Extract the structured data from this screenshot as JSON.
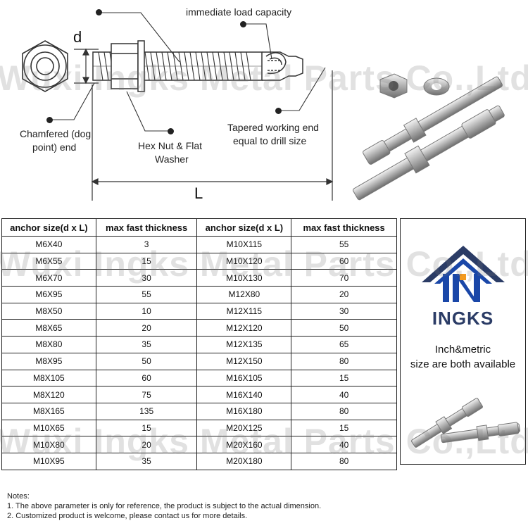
{
  "diagram": {
    "label_d": "d",
    "label_L": "L",
    "callouts": {
      "immediate_load": "immediate load capacity",
      "chamfered_line1": "Chamfered (dog",
      "chamfered_line2": "point) end",
      "hexnut_line1": "Hex Nut & Flat",
      "hexnut_line2": "Washer",
      "tapered_line1": "Tapered working end",
      "tapered_line2": "equal to drill size"
    }
  },
  "watermark": "Wuxi Ingks Metal Parts Co.,Ltd",
  "table": {
    "headers": [
      "anchor size(d x L)",
      "max fast thickness",
      "anchor size(d x L)",
      "max fast thickness"
    ],
    "rows": [
      [
        "M6X40",
        "3",
        "M10X115",
        "55"
      ],
      [
        "M6X55",
        "15",
        "M10X120",
        "60"
      ],
      [
        "M6X70",
        "30",
        "M10X130",
        "70"
      ],
      [
        "M6X95",
        "55",
        "M12X80",
        "20"
      ],
      [
        "M8X50",
        "10",
        "M12X115",
        "30"
      ],
      [
        "M8X65",
        "20",
        "M12X120",
        "50"
      ],
      [
        "M8X80",
        "35",
        "M12X135",
        "65"
      ],
      [
        "M8X95",
        "50",
        "M12X150",
        "80"
      ],
      [
        "M8X105",
        "60",
        "M16X105",
        "15"
      ],
      [
        "M8X120",
        "75",
        "M16X140",
        "40"
      ],
      [
        "M8X165",
        "135",
        "M16X180",
        "80"
      ],
      [
        "M10X65",
        "15",
        "M20X125",
        "15"
      ],
      [
        "M10X80",
        "20",
        "M20X160",
        "40"
      ],
      [
        "M10X95",
        "35",
        "M20X180",
        "80"
      ]
    ]
  },
  "brand": {
    "name": "INGKS",
    "tagline_line1": "Inch&metric",
    "tagline_line2": "size are both available",
    "colors": {
      "blue": "#1a47a8",
      "navy": "#2b3c66",
      "orange": "#f39a1f"
    }
  },
  "notes": {
    "title": "Notes:",
    "line1": "1. The above parameter is only for reference, the product is subject to the actual dimension.",
    "line2": "2. Customized product is welcome, please contact us for more details."
  }
}
